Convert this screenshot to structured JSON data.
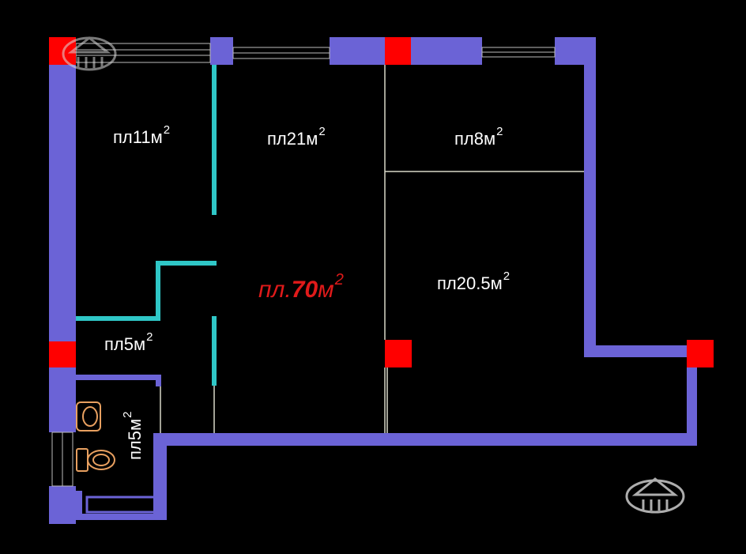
{
  "plan": {
    "total_area": {
      "prefix": "пл.",
      "value": "70",
      "unit": "м",
      "exponent": "2"
    },
    "rooms": [
      {
        "id": "room-a",
        "prefix": "пл",
        "value": "11",
        "unit": "м",
        "exponent": "2"
      },
      {
        "id": "room-b",
        "prefix": "пл",
        "value": "21",
        "unit": "м",
        "exponent": "2"
      },
      {
        "id": "room-c",
        "prefix": "пл",
        "value": "8",
        "unit": "м",
        "exponent": "2"
      },
      {
        "id": "room-d",
        "prefix": "пл",
        "value": "20.5",
        "unit": "м",
        "exponent": "2"
      },
      {
        "id": "room-e",
        "prefix": "пл",
        "value": "5",
        "unit": "м",
        "exponent": "2"
      },
      {
        "id": "room-f",
        "prefix": "пл",
        "value": "5",
        "unit": "м",
        "exponent": "2"
      }
    ],
    "colors": {
      "background": "#000000",
      "wall": "#6b63d6",
      "column": "#ff0000",
      "partition": "#2fc7c7",
      "total_label": "#e01a1a",
      "room_label": "#ffffff",
      "fixture": "#e8a060"
    }
  }
}
